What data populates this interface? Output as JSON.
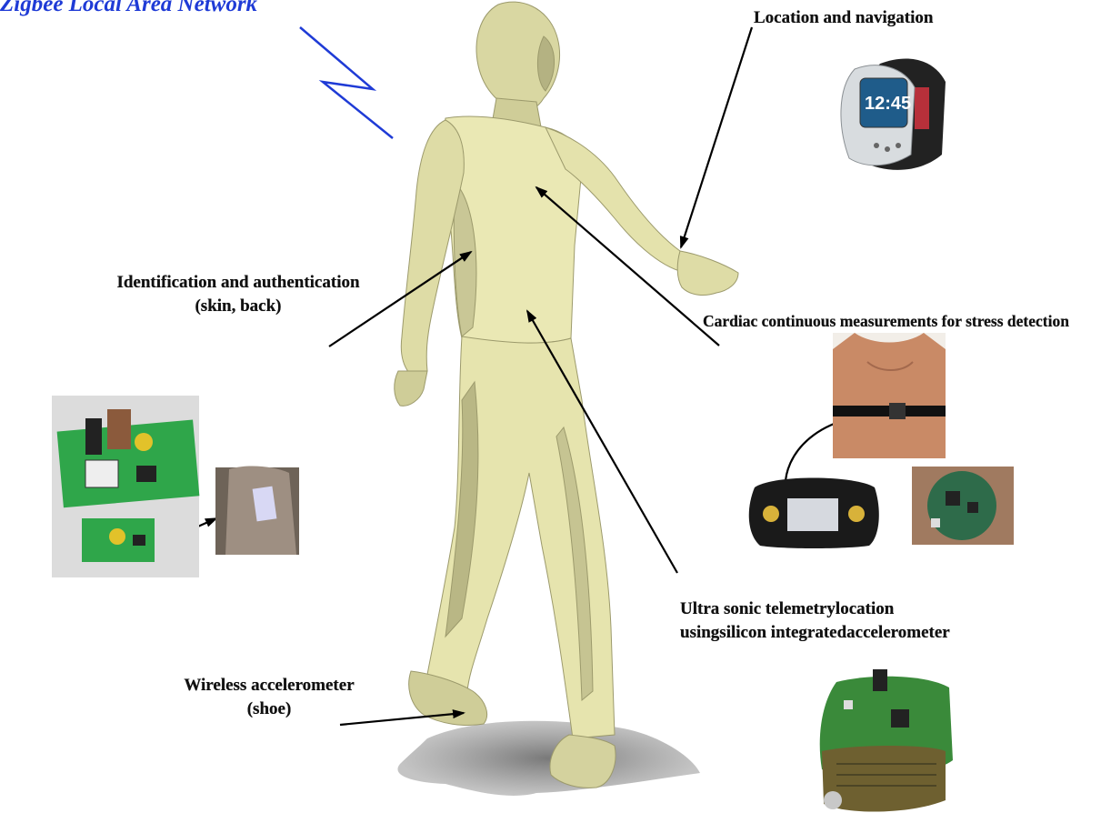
{
  "network": {
    "label": "Zigbee Local Area Network"
  },
  "labels": {
    "location": "Location and navigation",
    "ident_line1": "Identification and authentication",
    "ident_line2": "(skin, back)",
    "cardiac": "Cardiac continuous measurements for stress detection",
    "ultra_line1": "Ultra sonic telemetrylocation",
    "ultra_line2": "usingsilicon integratedaccelerometer",
    "wireless_line1": "Wireless accelerometer",
    "wireless_line2": "(shoe)"
  },
  "watch": {
    "display_time": "12:45"
  },
  "colors": {
    "body": "#e8e6b0",
    "body_shade": "#b8b684",
    "pcb": "#2fa64a",
    "network_signal": "#1f3bd6",
    "skin": "#c98a66"
  }
}
